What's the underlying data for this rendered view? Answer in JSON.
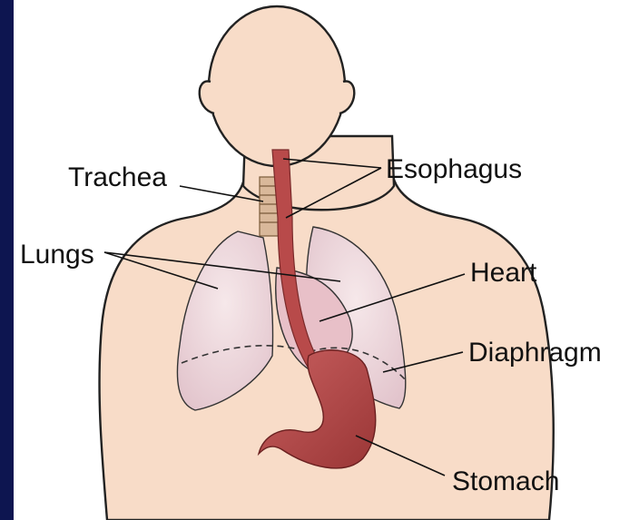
{
  "labels": {
    "trachea": "Trachea",
    "esophagus": "Esophagus",
    "lungs": "Lungs",
    "heart": "Heart",
    "diaphragm": "Diaphragm",
    "stomach": "Stomach"
  },
  "colors": {
    "skin": "#f8dcc8",
    "lung": "#f0dce0",
    "organ": "#b84a4a",
    "organ_dark": "#8f3030",
    "background": "#0d1550"
  }
}
